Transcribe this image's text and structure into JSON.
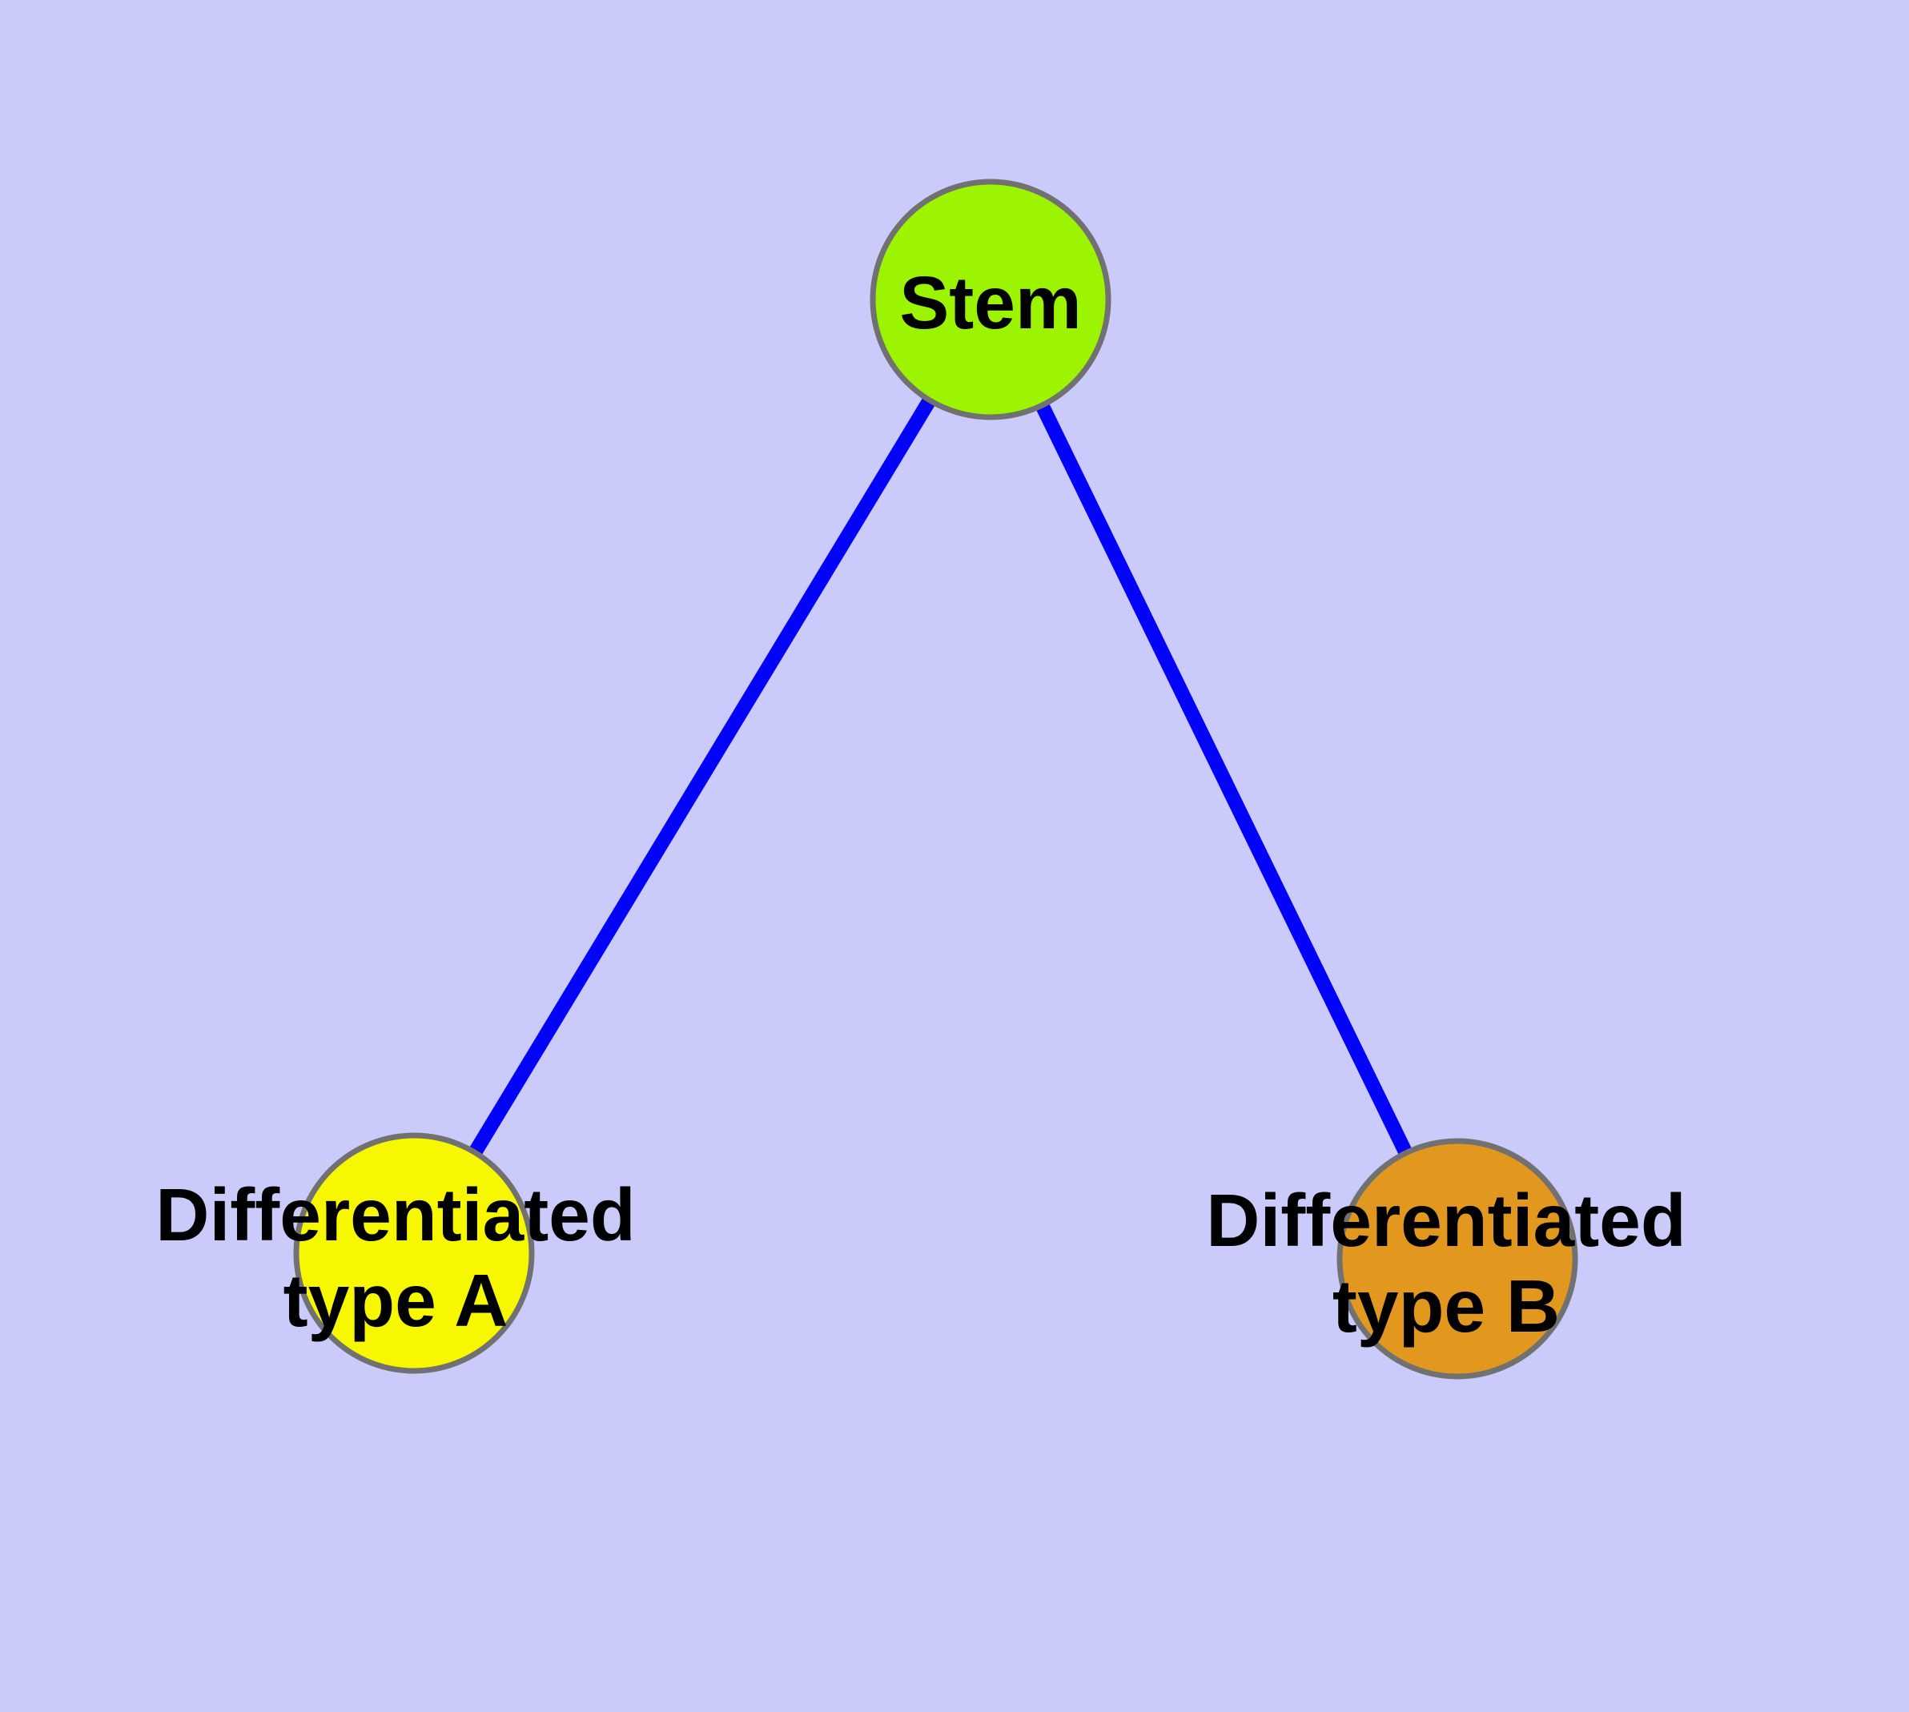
{
  "diagram": {
    "title": "stem-cell-differentiation-graph",
    "background_color": "#cacafb",
    "text_color": "#000000",
    "node_stroke_color": "#717171",
    "nodes": {
      "stem": {
        "label": "Stem",
        "fill": "#9df400"
      },
      "type_a": {
        "label": "Differentiated type A",
        "line1": "Differentiated",
        "line2": "type A",
        "fill": "#f7f700"
      },
      "type_b": {
        "label": "Differentiated type B",
        "line1": "Differentiated",
        "line2": "type B",
        "fill": "#e2981f"
      }
    },
    "edges": {
      "color": "#0303f8",
      "list": [
        {
          "from": "Stem",
          "to": "Differentiated type A"
        },
        {
          "from": "Stem",
          "to": "Differentiated type B"
        }
      ]
    }
  }
}
